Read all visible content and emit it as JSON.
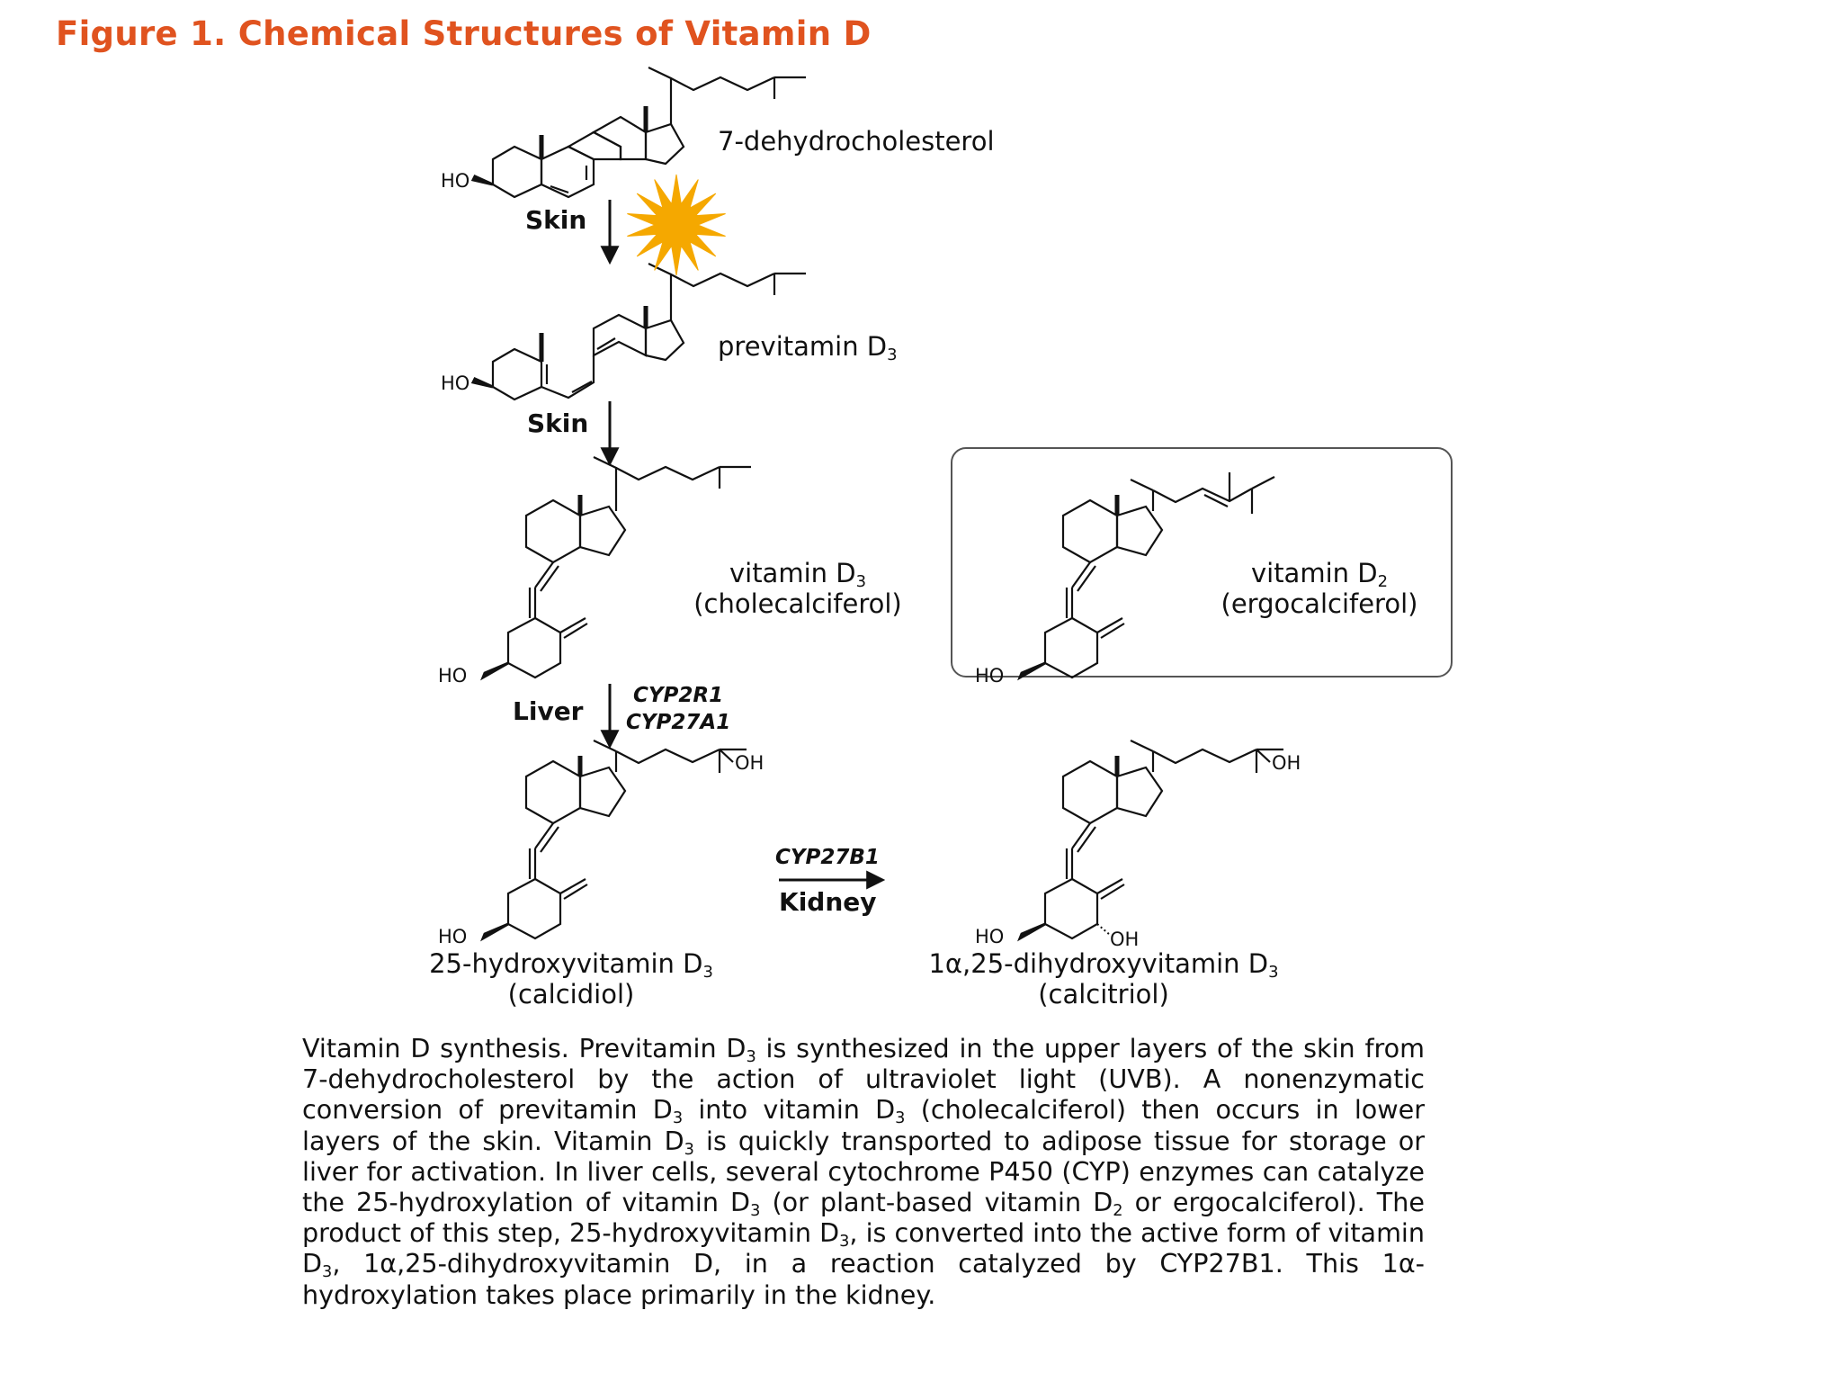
{
  "figure": {
    "title": "Figure 1. Chemical Structures of Vitamin D"
  },
  "molecules": {
    "dehydrocholesterol": {
      "label": "7-dehydrocholesterol",
      "substituent": "HO"
    },
    "previtamin_d3": {
      "label_main": "previtamin D",
      "label_sub": "3",
      "substituent": "HO"
    },
    "vitamin_d3": {
      "label_main": "vitamin D",
      "label_sub": "3",
      "label_alt": "(cholecalciferol)",
      "substituent": "HO"
    },
    "vitamin_d2": {
      "label_main": "vitamin D",
      "label_sub": "2",
      "label_alt": "(ergocalciferol)",
      "substituent": "HO"
    },
    "calcidiol": {
      "label_main": "25-hydroxyvitamin D",
      "label_sub": "3",
      "label_alt": "(calcidiol)",
      "substituent": "HO",
      "hydroxyl": "OH"
    },
    "calcitriol": {
      "label_main": "1α,25-dihydroxyvitamin D",
      "label_sub": "3",
      "label_alt": "(calcitriol)",
      "substituent": "HO",
      "hydroxyl": "OH",
      "hydroxyl_ring": "OH"
    }
  },
  "steps": {
    "skin_1": {
      "location": "Skin",
      "icon": "sun-icon",
      "sun_color": "#f5a800"
    },
    "skin_2": {
      "location": "Skin"
    },
    "liver": {
      "location": "Liver",
      "enzyme_1": "CYP2R1",
      "enzyme_2": "CYP27A1"
    },
    "kidney": {
      "location": "Kidney",
      "enzyme": "CYP27B1"
    }
  },
  "caption": {
    "t1": "Vitamin D synthesis. Previtamin D",
    "s1": "3",
    "t2": " is synthesized in the upper layers of the skin from 7-dehydrocholesterol by the action of ultraviolet light (UVB). A nonenzymatic conversion of previtamin D",
    "s2": "3",
    "t3": " into vitamin D",
    "s3": "3",
    "t4": " (cholecalciferol) then occurs in lower layers of the skin. Vitamin D",
    "s4": "3",
    "t5": " is quickly transported to adipose tissue for storage or liver for activation. In liver cells, several cytochrome P450 (CYP) enzymes can catalyze the 25-hydroxylation of vitamin D",
    "s5": "3",
    "t6": " (or plant-based vitamin D",
    "s6": "2",
    "t7": " or ergocalciferol). The product of this step, 25-hydroxyvitamin D",
    "s7": "3",
    "t8": ", is converted into the active form of vitamin D",
    "s8": "3",
    "t9": ", 1α,25-dihydroxyvitamin D, in a reaction catalyzed by CYP27B1. This 1α-hydroxylation takes place primarily in the kidney."
  },
  "colors": {
    "title": "#e0531f",
    "sun": "#f5a800",
    "ink": "#111111"
  }
}
